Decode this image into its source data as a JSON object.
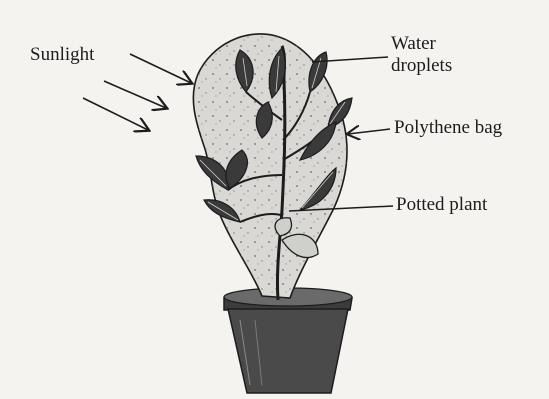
{
  "labels": {
    "sunlight": "Sunlight",
    "water_line1": "Water",
    "water_line2": "droplets",
    "polythene_bag": "Polythene bag",
    "potted_plant": "Potted plant"
  },
  "colors": {
    "ink": "#1c1c1c",
    "paper": "#f4f3f0",
    "bag_fill": "#d9d8d4",
    "leaf_fill": "#3a3a3a",
    "pot_fill": "#4a4a4a"
  }
}
